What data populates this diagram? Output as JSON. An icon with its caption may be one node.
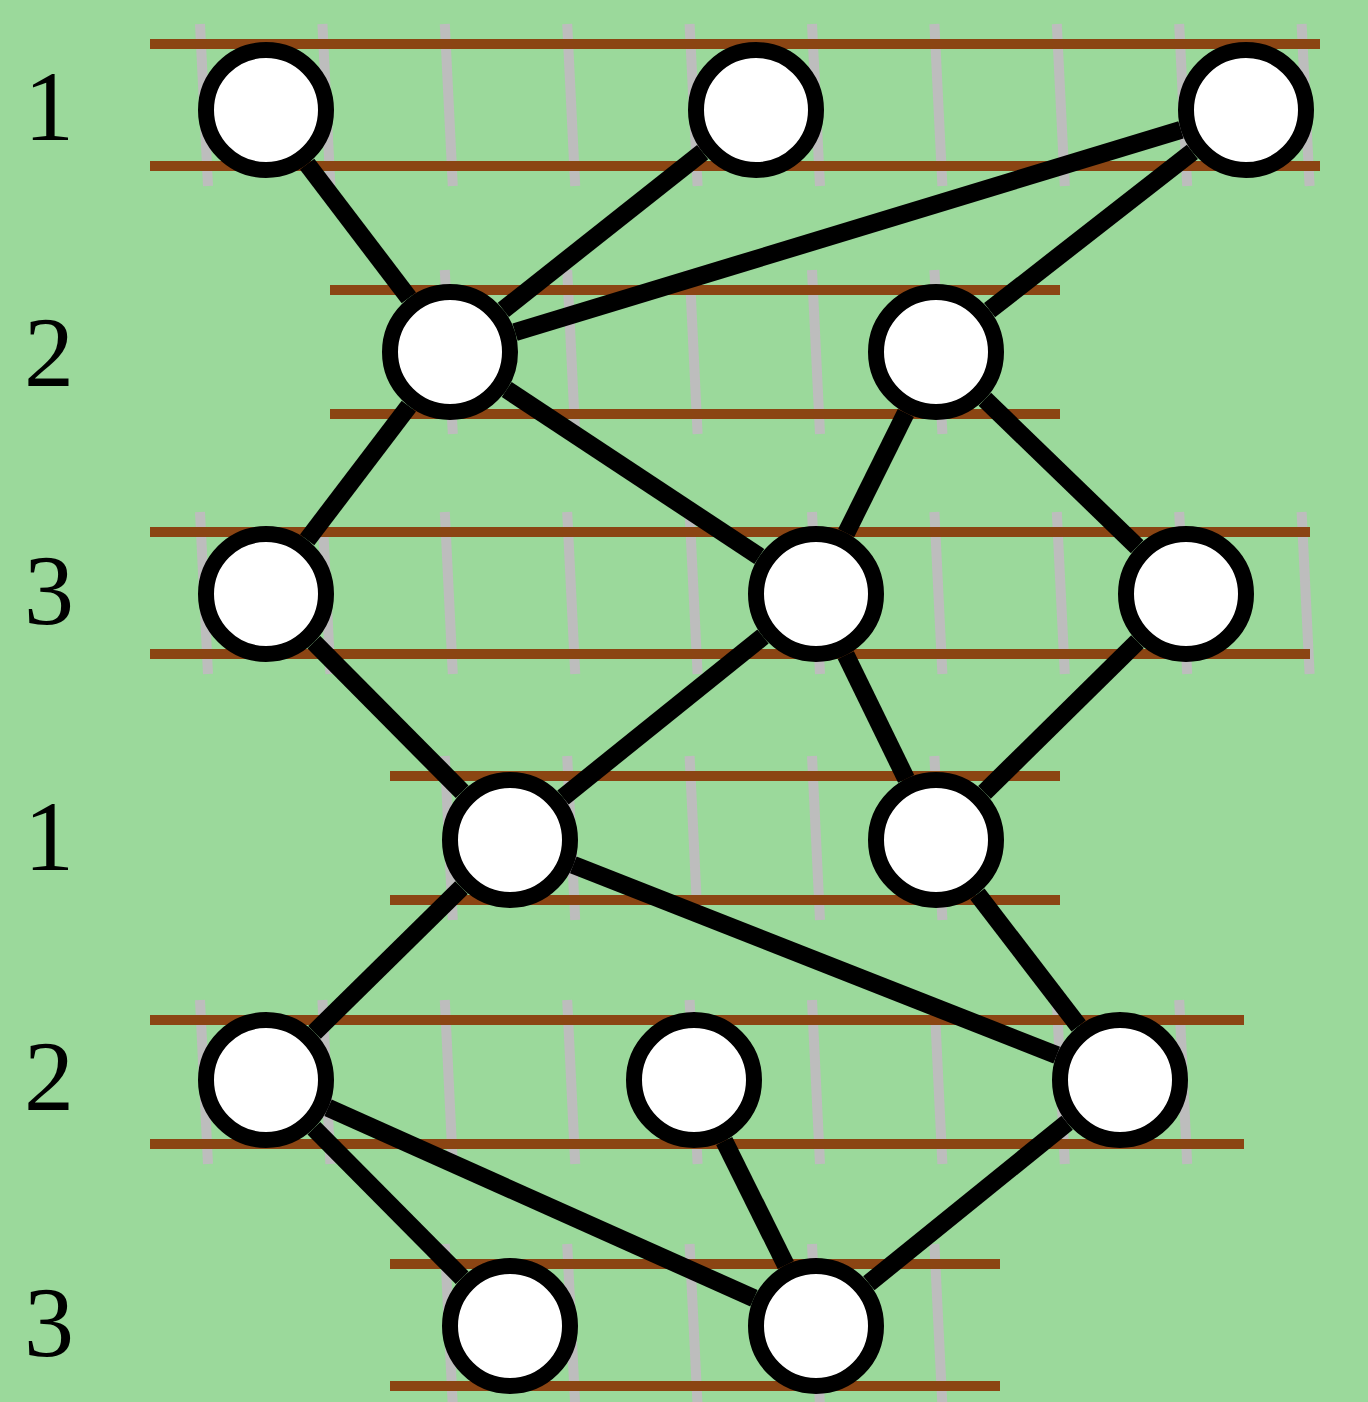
{
  "diagram": {
    "nodes": [
      {
        "text": [],
        "shape": "circle"
      },
      {
        "text": [],
        "shape": "circle"
      },
      {
        "text": [],
        "shape": "circle"
      },
      {
        "text": [],
        "shape": "circle"
      },
      {
        "text": [],
        "shape": "circle"
      },
      {
        "text": [],
        "shape": "circle"
      },
      {
        "text": [],
        "shape": "circle"
      },
      {
        "text": [],
        "shape": "circle"
      },
      {
        "text": [],
        "shape": "circle"
      },
      {
        "text": [],
        "shape": "circle"
      },
      {
        "text": [],
        "shape": "circle"
      },
      {
        "text": [],
        "shape": "circle"
      },
      {
        "text": [],
        "shape": "circle"
      },
      {
        "text": [],
        "shape": "circle"
      },
      {
        "text": [],
        "shape": "circle"
      }
    ],
    "edges": [
      {
        "from": 0,
        "to": 3,
        "arrow": "none"
      },
      {
        "from": 1,
        "to": 3,
        "arrow": "none"
      },
      {
        "from": 2,
        "to": 3,
        "arrow": "none"
      },
      {
        "from": 2,
        "to": 4,
        "arrow": "none"
      },
      {
        "from": 3,
        "to": 5,
        "arrow": "none"
      },
      {
        "from": 3,
        "to": 6,
        "arrow": "none"
      },
      {
        "from": 4,
        "to": 6,
        "arrow": "none"
      },
      {
        "from": 4,
        "to": 7,
        "arrow": "none"
      },
      {
        "from": 5,
        "to": 8,
        "arrow": "none"
      },
      {
        "from": 6,
        "to": 8,
        "arrow": "none"
      },
      {
        "from": 6,
        "to": 9,
        "arrow": "none"
      },
      {
        "from": 7,
        "to": 9,
        "arrow": "none"
      },
      {
        "from": 8,
        "to": 10,
        "arrow": "none"
      },
      {
        "from": 8,
        "to": 12,
        "arrow": "none"
      },
      {
        "from": 9,
        "to": 12,
        "arrow": "none"
      },
      {
        "from": 10,
        "to": 13,
        "arrow": "none"
      },
      {
        "from": 10,
        "to": 14,
        "arrow": "none"
      },
      {
        "from": 11,
        "to": 14,
        "arrow": "none"
      },
      {
        "from": 12,
        "to": 14,
        "arrow": "none"
      }
    ],
    "labels": [
      "1",
      "2",
      "3",
      "1",
      "2",
      "3"
    ]
  }
}
